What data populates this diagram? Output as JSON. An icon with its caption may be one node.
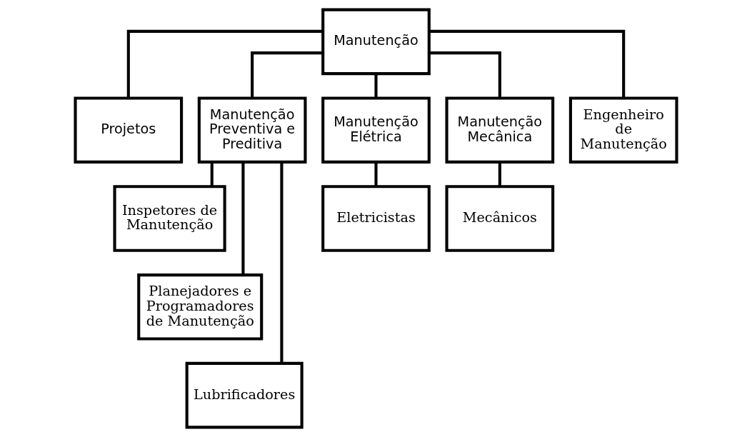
{
  "diagram": {
    "nodes": [
      {
        "text": [
          "Manutenção"
        ]
      },
      {
        "text": [
          "Projetos"
        ]
      },
      {
        "text": [
          "Manutenção Preventiva e Preditiva"
        ]
      },
      {
        "text": [
          "Manutenção Elétrica"
        ]
      },
      {
        "text": [
          "Manutenção Mecânica"
        ]
      },
      {
        "text": [
          "Engenheiro de Manutenção"
        ]
      },
      {
        "text": [
          "Inspetores de Manutenção"
        ]
      },
      {
        "text": [
          "Planejadores e Programadores de Manutenção"
        ]
      },
      {
        "text": [
          "Lubrificadores"
        ]
      },
      {
        "text": [
          "Eletricistas"
        ]
      },
      {
        "text": [
          "Mecânicos"
        ]
      }
    ],
    "edges": [
      {
        "from": 0,
        "to": 1,
        "arrow": "none"
      },
      {
        "from": 0,
        "to": 2,
        "arrow": "none"
      },
      {
        "from": 0,
        "to": 3,
        "arrow": "none"
      },
      {
        "from": 0,
        "to": 4,
        "arrow": "none"
      },
      {
        "from": 0,
        "to": 5,
        "arrow": "none"
      },
      {
        "from": 2,
        "to": 6,
        "arrow": "none"
      },
      {
        "from": 2,
        "to": 7,
        "arrow": "none"
      },
      {
        "from": 2,
        "to": 8,
        "arrow": "none"
      },
      {
        "from": 3,
        "to": 9,
        "arrow": "none"
      },
      {
        "from": 4,
        "to": 10,
        "arrow": "none"
      }
    ]
  }
}
